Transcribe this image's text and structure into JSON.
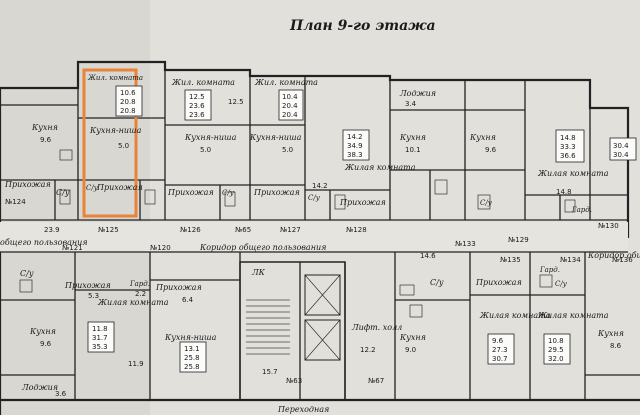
{
  "title": "План 9-го этажа",
  "accent_color": "#e8843a",
  "corridors": {
    "top": "Коридор общего пользования",
    "left": "общего пользования",
    "right": "Коридор общ",
    "lobby": "Лифт. холл",
    "transition": "Переходная",
    "lk": "ЛК"
  },
  "top_row": [
    {
      "apt": "№124",
      "kitchen": "Кухня",
      "kitchen_area": "9.6",
      "hall": "Прихожая",
      "bath": "С/у",
      "area": "23.9"
    },
    {
      "apt": "№125",
      "room": "Жил. комната",
      "kitchen_niche": "Кухня-ниша",
      "kitchen_niche_area": "5.0",
      "hall": "Прихожая",
      "bath": "С/у",
      "box": [
        "10.6",
        "20.8",
        "20.8"
      ]
    },
    {
      "apt": "№126",
      "room": "Жил. комната",
      "kitchen_niche": "Кухня-ниша",
      "kitchen_niche_area": "5.0",
      "hall": "Прихожая",
      "bath": "С/у",
      "box": [
        "12.5",
        "23.6",
        "23.6"
      ],
      "side": "12.5"
    },
    {
      "apt": "№65",
      "room": "Жил. комната",
      "box": [
        "10.4",
        "20.4",
        "20.4"
      ]
    },
    {
      "apt": "№127",
      "kitchen_niche": "Кухня-ниша",
      "kitchen_niche_area": "5.0",
      "hall": "Прихожая",
      "bath": "С/у"
    },
    {
      "apt": "№128",
      "room": "Жилая комната",
      "room_area": "14.2",
      "hall": "Прихожая",
      "bath": "С/у",
      "box": [
        "14.2",
        "34.9",
        "38.3"
      ]
    },
    {
      "apt": "№129",
      "loggia": "Лоджия",
      "loggia_area": "3.4",
      "kitchen": "Кухня",
      "kitchen_area": "10.1",
      "bath": "С/у"
    },
    {
      "apt": "№130",
      "room": "Жилая комната",
      "room_area": "14.8",
      "kitchen": "Кухня",
      "kitchen_area": "9.6",
      "wardrobe": "Гард.",
      "box": [
        "14.8",
        "33.3",
        "36.6"
      ],
      "box2": [
        "30.4",
        "30.4"
      ]
    }
  ],
  "bottom_row": [
    {
      "apt": "№121",
      "kitchen": "Кухня",
      "kitchen_area": "9.6",
      "hall": "Прихожая",
      "hall_area": "5.3",
      "bath": "С/у",
      "loggia": "Лоджия",
      "loggia_area": "3.6"
    },
    {
      "apt": "№120",
      "room": "Жилая комната",
      "wardrobe": "Гард.",
      "wardrobe_area": "2.2",
      "box": [
        "11.8",
        "31.7",
        "35.3"
      ],
      "side": "11.9"
    },
    {
      "apt": "№63",
      "kitchen_niche": "Кухня-ниша",
      "hall": "Прихожая",
      "hall_area": "6.4",
      "box": [
        "13.1",
        "25.8",
        "25.8"
      ],
      "extra": "15.7"
    },
    {
      "apt": "№67",
      "lobby_area": "12.2"
    },
    {
      "apt": "№133",
      "kitchen": "Кухня",
      "kitchen_area": "9.0",
      "bath": "С/у",
      "extra": "14.6"
    },
    {
      "apt": "№135",
      "room": "Жилая комната",
      "hall": "Прихожая",
      "box": [
        "9.6",
        "27.3",
        "30.7"
      ]
    },
    {
      "apt": "№134",
      "room": "Жилая комната",
      "wardrobe": "Гард.",
      "bath": "С/у",
      "box": [
        "10.8",
        "29.5",
        "32.0"
      ]
    },
    {
      "apt": "№136",
      "kitchen": "Кухня",
      "kitchen_area": "8.6"
    }
  ]
}
